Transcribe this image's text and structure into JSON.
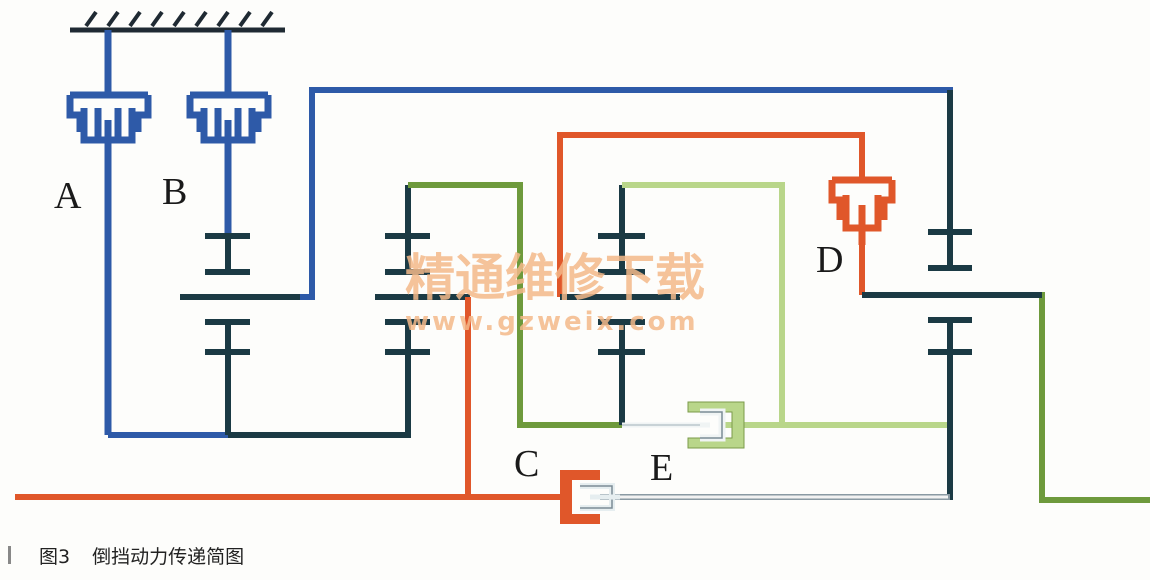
{
  "colors": {
    "housing": "#1f2a33",
    "blue": "#2e5aa8",
    "dark": "#1b3a44",
    "orange": "#e0572a",
    "green": "#6e9a3c",
    "lightgreen": "#b9d68a",
    "white_line": "#f2f2f2"
  },
  "labels": {
    "A": "A",
    "B": "B",
    "C": "C",
    "D": "D",
    "E": "E"
  },
  "watermark": {
    "text": "精通维修下载",
    "url": "www.gzweix.com"
  },
  "caption": {
    "figure": "图3",
    "title": "倒挡动力传递简图"
  }
}
